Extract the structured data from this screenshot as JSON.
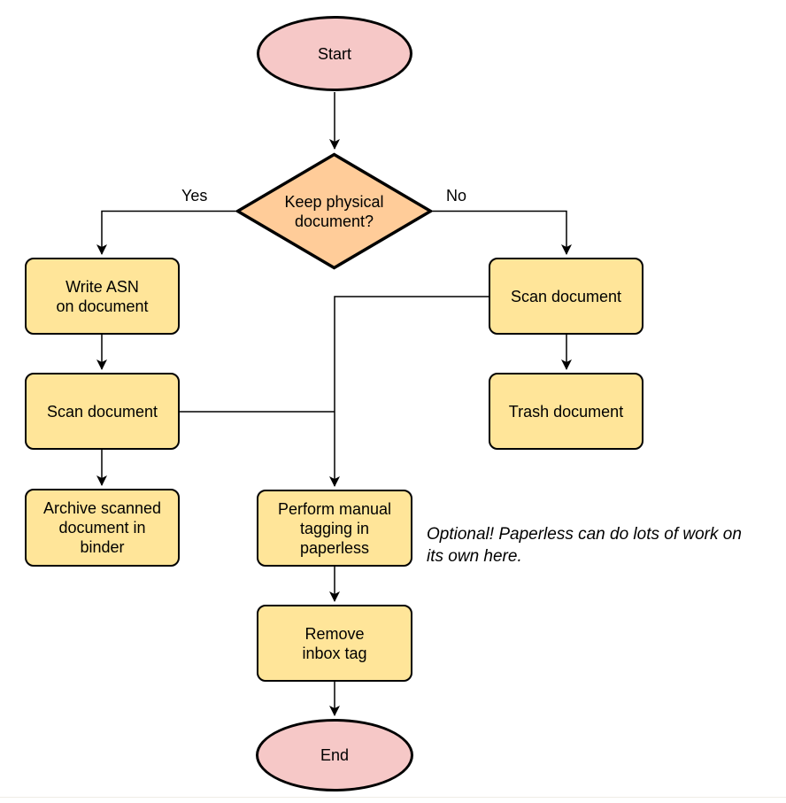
{
  "diagram": {
    "nodes": {
      "start": {
        "label": "Start",
        "type": "terminator"
      },
      "decision": {
        "label": "Keep physical\ndocument?",
        "type": "decision"
      },
      "write_asn": {
        "label": "Write ASN\non document",
        "type": "process"
      },
      "scan_left": {
        "label": "Scan document",
        "type": "process"
      },
      "archive": {
        "label": "Archive scanned\ndocument in\nbinder",
        "type": "process"
      },
      "scan_right": {
        "label": "Scan document",
        "type": "process"
      },
      "trash": {
        "label": "Trash document",
        "type": "process"
      },
      "tagging": {
        "label": "Perform manual\ntagging in\npaperless",
        "type": "process"
      },
      "remove_inbox": {
        "label": "Remove\ninbox tag",
        "type": "process"
      },
      "end": {
        "label": "End",
        "type": "terminator"
      }
    },
    "edge_labels": {
      "yes": "Yes",
      "no": "No"
    },
    "annotation": "Optional! Paperless can do lots of work on\nits own here.",
    "colors": {
      "terminator_fill": "#F6C8C7",
      "decision_fill": "#FFCC99",
      "process_fill": "#FFE599",
      "stroke": "#000000",
      "line": "#000000"
    }
  }
}
